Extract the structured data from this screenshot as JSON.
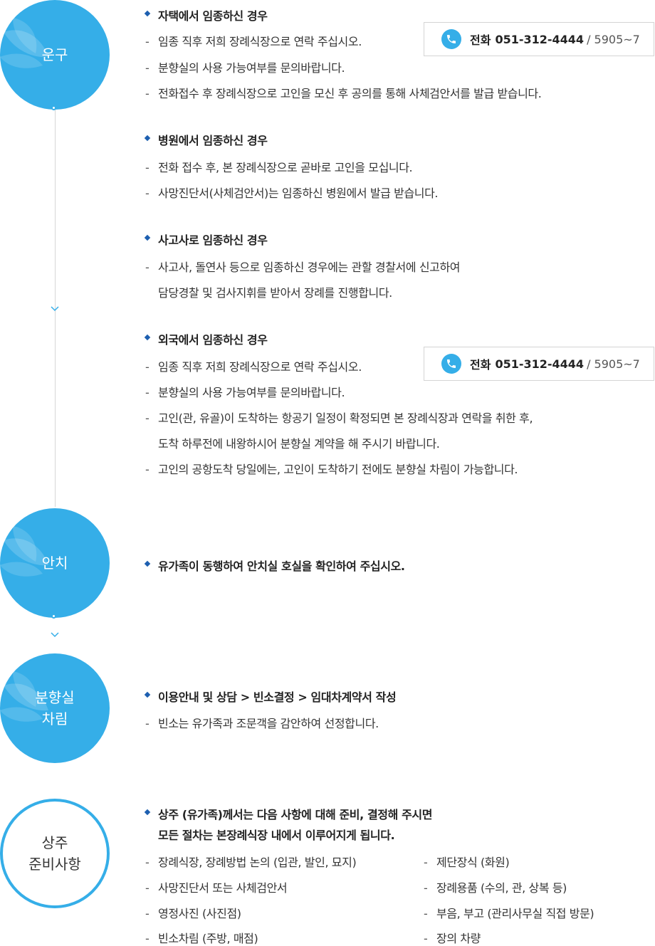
{
  "steps": {
    "step1": "운구",
    "step2": "안치",
    "step3": "분향실\n차림",
    "step4": "상주\n준비사항"
  },
  "phone": {
    "label": "전화",
    "number": "051-312-4444",
    "ext": "/ 5905~7"
  },
  "unggu": {
    "home": {
      "heading": "자택에서 임종하신 경우",
      "items": [
        "임종 직후 저희 장례식장으로 연락 주십시오.",
        "분향실의 사용 가능여부를 문의바랍니다.",
        "전화접수 후 장례식장으로 고인을 모신 후 공의를 통해 사체검안서를 발급 받습니다."
      ]
    },
    "hospital": {
      "heading": "병원에서 임종하신 경우",
      "items": [
        "전화 접수 후, 본 장례식장으로 곧바로 고인을 모십니다.",
        "사망진단서(사체검안서)는 임종하신 병원에서 발급 받습니다."
      ]
    },
    "accident": {
      "heading": "사고사로 임종하신 경우",
      "items": [
        "사고사, 돌연사 등으로 임종하신 경우에는 관할 경찰서에 신고하여",
        "담당경찰 및 검사지휘를 받아서 장례를 진행합니다."
      ]
    },
    "abroad": {
      "heading": "외국에서 임종하신 경우",
      "items": [
        "임종 직후 저희 장례식장으로 연락 주십시오.",
        "분향실의 사용 가능여부를 문의바랍니다.",
        "고인(관, 유골)이 도착하는 항공기 일정이 확정되면 본 장례식장과 연락을 취한 후,",
        "도착 하루전에 내왕하시어 분향실 계약을 해 주시기 바랍니다.",
        "고인의 공항도착 당일에는, 고인이 도착하기 전에도 분향실 차림이 가능합니다."
      ]
    }
  },
  "anchi": {
    "heading": "유가족이 동행하여 안치실 호실을 확인하여 주십시오."
  },
  "room": {
    "heading": "이용안내 및 상담 > 빈소결정 > 임대차계약서 작성",
    "items": [
      "빈소는 유가족과 조문객을 감안하여 선정합니다."
    ]
  },
  "prep": {
    "heading1": "상주 (유가족)께서는 다음 사항에 대해 준비, 결정해 주시면",
    "heading2": "모든 절차는 본장례식장 내에서 이루어지게 됩니다.",
    "left": [
      "장례식장, 장례방법 논의 (입관, 발인, 묘지)",
      "사망진단서 또는 사체검안서",
      "영정사진 (사진점)",
      "빈소차림 (주방, 매점)"
    ],
    "right": [
      "제단장식 (화원)",
      "장례용품 (수의, 관, 상복 등)",
      "부음, 부고 (관리사무실 직접 방문)",
      "장의 차량"
    ]
  },
  "colors": {
    "accent": "#35aee8",
    "bullet": "#1d5fb0"
  }
}
